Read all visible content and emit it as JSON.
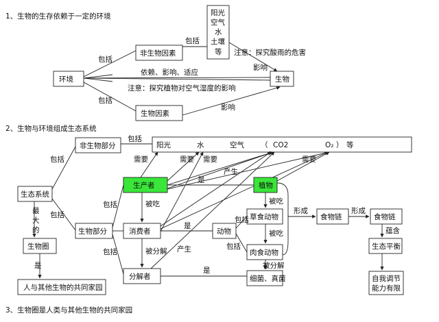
{
  "section1": {
    "title": "1、生物的生存依赖于一定的环境",
    "env": "环境",
    "organism": "生物",
    "abiotic": "非生物因素",
    "biotic": "生物因素",
    "factors": [
      "阳光",
      "空气",
      "水",
      "土壤",
      "等"
    ],
    "include1": "包括",
    "include2": "包括",
    "include3": "包括",
    "relation": "依赖、影响、适应",
    "note1": "注意：探究酸雨的危害",
    "note2": "注意：探究植物对空气湿度的影响",
    "influence1": "影响",
    "influence2": "影响"
  },
  "section2": {
    "title": "2、生物与环境组成生态系统",
    "ecosystem": "生态系统",
    "abiotic_part": "非生物部分",
    "biotic_part": "生物部分",
    "env_factors": {
      "sun": "阳光",
      "water": "水",
      "air": "空气",
      "paren_open": "（",
      "co2": "CO2",
      "o2": "O₂",
      "paren_close": "）",
      "etc": "等"
    },
    "producer": "生产者",
    "consumer": "消费者",
    "decomposer": "分解者",
    "plant": "植物",
    "animal": "动物",
    "herbivore": "草食动物",
    "carnivore": "肉食动物",
    "fungi": "细菌、真菌",
    "food_chain": "食物链",
    "food_web": "食物链",
    "balance": "生态平衡",
    "self_reg": [
      "自我调节",
      "能力有限"
    ],
    "biosphere": "生物圈",
    "home": "人与其他生物的共同家园",
    "largest": [
      "最",
      "大",
      "的"
    ],
    "is": "是",
    "need": "需要",
    "produce": "产生",
    "eaten": "被吃",
    "decompose": "被分解",
    "include": "包括",
    "form": "形成",
    "contain": "蕴含"
  },
  "section3": {
    "title": "3、生物圈是人类与其他生物的共同家园"
  }
}
